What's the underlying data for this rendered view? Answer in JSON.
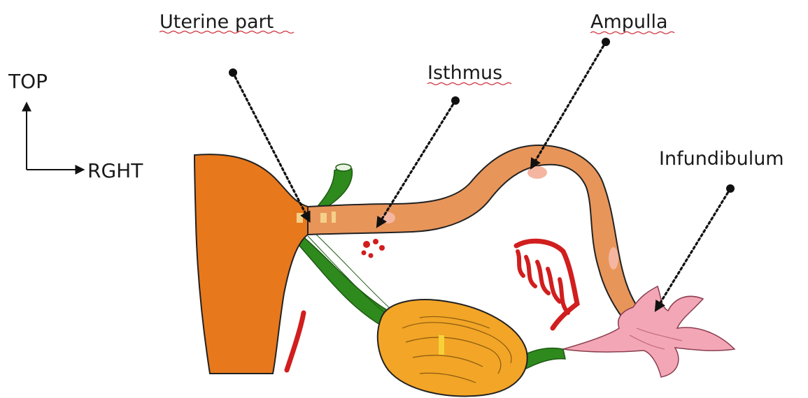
{
  "labels": {
    "uterine_part": "Uterine part",
    "isthmus": "Isthmus",
    "ampulla": "Ampulla",
    "infundibulum": "Infundibulum"
  },
  "orientation": {
    "top": "TOP",
    "right": "RGHT"
  },
  "colors": {
    "uterus": "#e8781c",
    "tube": "#e8955a",
    "ovary": "#f2a526",
    "ligament": "#2f8a1e",
    "fimbriae": "#f3a6b6",
    "vessels": "#d11e1e",
    "pointer": "#111111"
  }
}
